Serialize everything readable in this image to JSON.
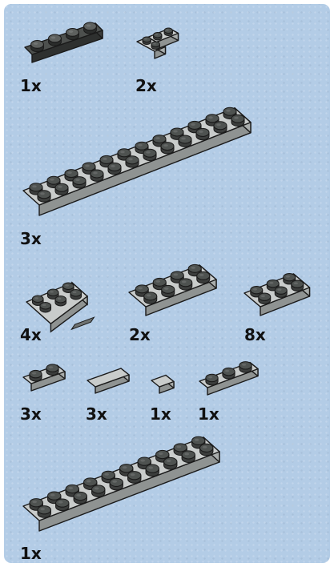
{
  "quantities": {
    "q1": "1x",
    "q2": "2x",
    "q3": "3x",
    "q4": "4x",
    "q5": "2x",
    "q6": "8x",
    "q7": "3x",
    "q8": "3x",
    "q9": "1x",
    "q10": "1x",
    "q11": "1x"
  },
  "colors": {
    "background": "#b3cce6",
    "light_gray_brick": "#c9cccb",
    "dark_gray_brick": "#4d504e",
    "outline": "#1a1a1a"
  }
}
